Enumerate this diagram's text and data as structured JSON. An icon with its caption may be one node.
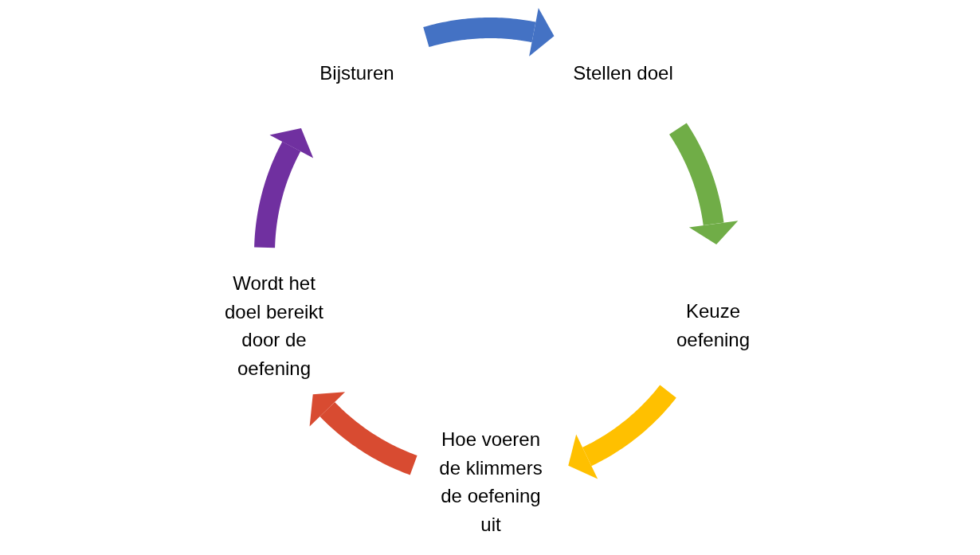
{
  "diagram": {
    "nodes": [
      {
        "text": [
          "Bijsturen"
        ]
      },
      {
        "text": [
          "Stellen doel"
        ]
      },
      {
        "text": [
          "Wordt het doel bereikt door de oefening"
        ]
      },
      {
        "text": [
          "Keuze oefening"
        ]
      },
      {
        "text": [
          "Hoe voeren de klimmers de oefening uit"
        ]
      }
    ],
    "edges": [
      {
        "from": 0,
        "to": 1,
        "arrow": "to",
        "color": "#4472c4"
      },
      {
        "from": 1,
        "to": 3,
        "arrow": "to",
        "color": "#70ad47"
      },
      {
        "from": 3,
        "to": 4,
        "arrow": "to",
        "color": "#ffc000"
      },
      {
        "from": 4,
        "to": 2,
        "arrow": "to",
        "color": "#d84b31"
      },
      {
        "from": 2,
        "to": 0,
        "arrow": "to",
        "color": "#7030a0"
      }
    ]
  }
}
